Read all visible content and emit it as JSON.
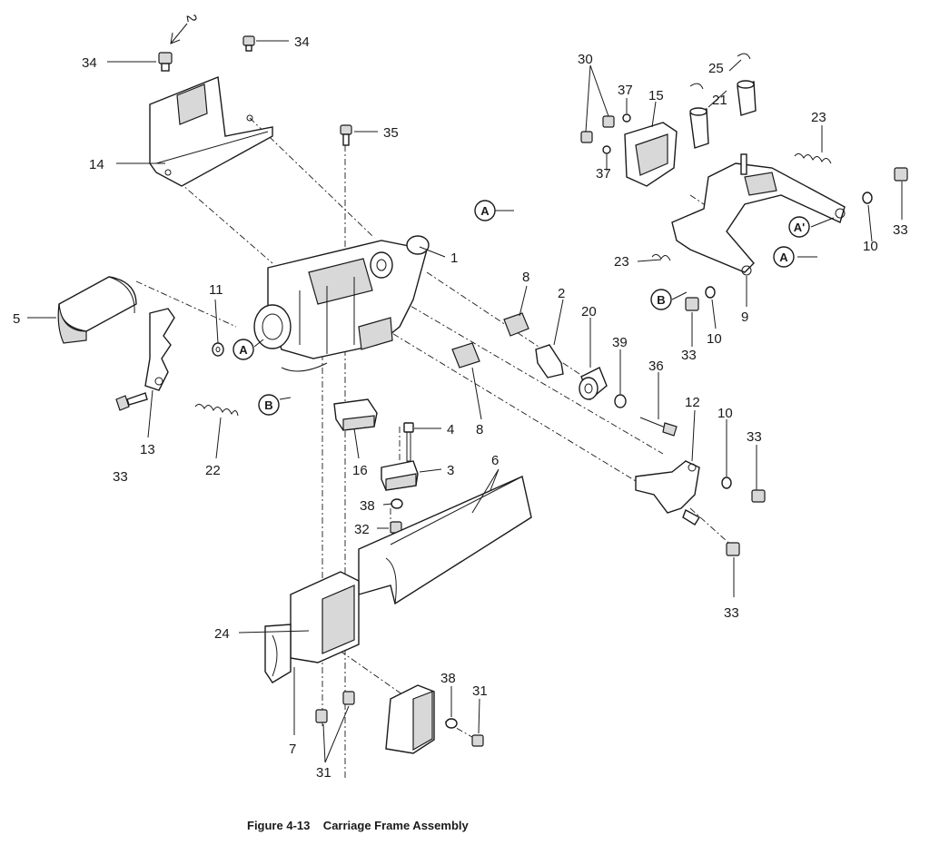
{
  "caption": "Figure 4-13    Carriage Frame Assembly",
  "callouts": {
    "c1": "1",
    "c2": "2",
    "c2b": "2",
    "c3": "3",
    "c4": "4",
    "c5": "5",
    "c6": "6",
    "c7": "7",
    "c8a": "8",
    "c8b": "8",
    "c9": "9",
    "c10a": "10",
    "c10b": "10",
    "c10c": "10",
    "c11": "11",
    "c12": "12",
    "c13": "13",
    "c14": "14",
    "c15": "15",
    "c16": "16",
    "c20": "20",
    "c21": "21",
    "c22": "22",
    "c23a": "23",
    "c23b": "23",
    "c24": "24",
    "c25": "25",
    "c30": "30",
    "c31a": "31",
    "c31b": "31",
    "c32": "32",
    "c33a": "33",
    "c33b": "33",
    "c33c": "33",
    "c33d": "33",
    "c33e": "33",
    "c34a": "34",
    "c34b": "34",
    "c35": "35",
    "c36": "36",
    "c37a": "37",
    "c37b": "37",
    "c38a": "38",
    "c38b": "38",
    "c39": "39"
  },
  "refs": {
    "ra1": "A",
    "ra2": "A",
    "ra3": "A",
    "ra4": "A'",
    "rb1": "B",
    "rb2": "B"
  }
}
